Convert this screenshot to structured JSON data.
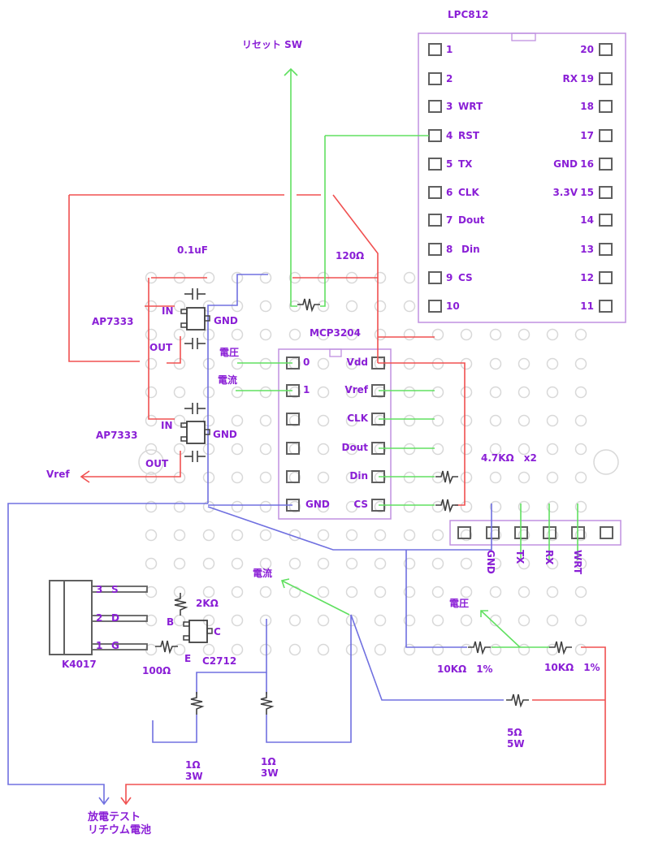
{
  "colors": {
    "label": "#8a1fd6",
    "power": "#f05050",
    "ground": "#7070e0",
    "signal": "#60e060",
    "chip_outline": "#c090e0",
    "pad": "#606060",
    "hole": "#d8d8d8"
  },
  "lpc812": {
    "title": "LPC812",
    "left_pins": [
      {
        "num": "1",
        "name": ""
      },
      {
        "num": "2",
        "name": ""
      },
      {
        "num": "3",
        "name": "WRT"
      },
      {
        "num": "4",
        "name": "RST"
      },
      {
        "num": "5",
        "name": "TX"
      },
      {
        "num": "6",
        "name": "CLK"
      },
      {
        "num": "7",
        "name": "Dout"
      },
      {
        "num": "8",
        "name": "Din"
      },
      {
        "num": "9",
        "name": "CS"
      },
      {
        "num": "10",
        "name": ""
      }
    ],
    "right_pins": [
      {
        "num": "20",
        "name": ""
      },
      {
        "num": "19",
        "name": "RX"
      },
      {
        "num": "18",
        "name": ""
      },
      {
        "num": "17",
        "name": ""
      },
      {
        "num": "16",
        "name": "GND"
      },
      {
        "num": "15",
        "name": "3.3V"
      },
      {
        "num": "14",
        "name": ""
      },
      {
        "num": "13",
        "name": ""
      },
      {
        "num": "12",
        "name": ""
      },
      {
        "num": "11",
        "name": ""
      }
    ]
  },
  "mcp3204": {
    "title": "MCP3204",
    "left_pins": [
      "0",
      "1",
      "",
      "",
      "",
      "GND"
    ],
    "right_pins": [
      "Vdd",
      "Vref",
      "CLK",
      "Dout",
      "Din",
      "CS"
    ],
    "inputs": {
      "ch0": "電圧",
      "ch1": "電流"
    }
  },
  "labels": {
    "reset_sw": "リセット SW",
    "cap": "0.1uF",
    "res_120": "120Ω",
    "reg1": "AP7333",
    "reg2": "AP7333",
    "in": "IN",
    "out": "OUT",
    "gnd": "GND",
    "vref": "Vref",
    "pullups": "4.7KΩ　x2",
    "header_pins": [
      "GND",
      "TX",
      "RX",
      "WRT"
    ],
    "current": "電流",
    "voltage": "電圧",
    "fet": "K4017",
    "fet_pins": [
      {
        "num": "3",
        "name": "S"
      },
      {
        "num": "2",
        "name": "D"
      },
      {
        "num": "1",
        "name": "G"
      }
    ],
    "res_2k": "2KΩ",
    "res_100": "100Ω",
    "transistor": "C2712",
    "tr_b": "B",
    "tr_c": "C",
    "tr_e": "E",
    "res_10k_a": "10KΩ　1%",
    "res_10k_b": "10KΩ　1%",
    "res_5_l1": "5Ω",
    "res_5_l2": "5W",
    "res_1a_l1": "1Ω",
    "res_1a_l2": "3W",
    "res_1b_l1": "1Ω",
    "res_1b_l2": "3W",
    "battery_l1": "放電テスト",
    "battery_l2": "リチウム電池"
  }
}
